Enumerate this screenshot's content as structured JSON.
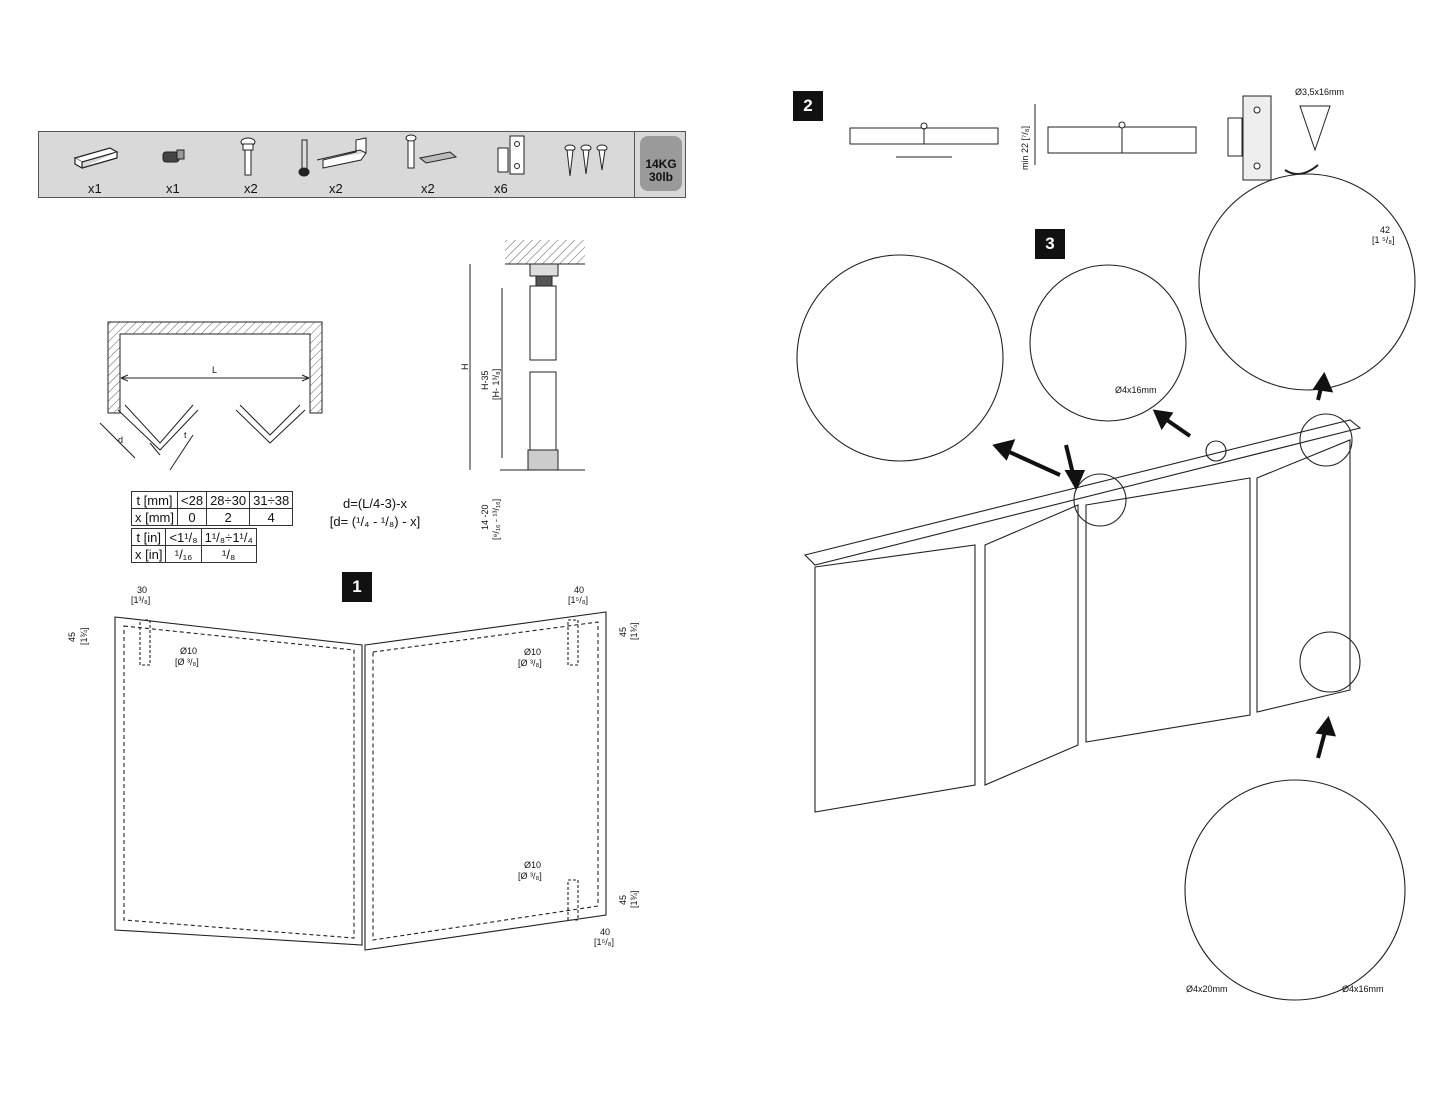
{
  "parts": [
    {
      "icon": "track-rail-icon",
      "qty": "x1"
    },
    {
      "icon": "stopper-icon",
      "qty": "x1"
    },
    {
      "icon": "pivot-bolt-icon",
      "qty": "x2"
    },
    {
      "icon": "bottom-bracket-icon",
      "qty": "x2"
    },
    {
      "icon": "roller-guide-icon",
      "qty": "x2"
    },
    {
      "icon": "hinge-icon",
      "qty": "x6"
    },
    {
      "icon": "screws-icon",
      "qty": ""
    }
  ],
  "weight": {
    "kg": "14KG",
    "lb": "30lb"
  },
  "steps": [
    "1",
    "2",
    "3"
  ],
  "diagram1": {
    "opening_label": "L",
    "d_label": "d",
    "t_label": "t",
    "height_label": "H",
    "height_dim": "H-35",
    "height_dim_in": "[H- 1³/₈]",
    "floor_gap": "14 -20",
    "floor_gap_in": "[⁹/₁₆ - ¹³/₁₆]"
  },
  "table_mm": {
    "rows": [
      [
        "t [mm]",
        "<28",
        "28÷30",
        "31÷38"
      ],
      [
        "x [mm]",
        "0",
        "2",
        "4"
      ]
    ]
  },
  "table_in": {
    "rows": [
      [
        "t [in]",
        "<1¹/₈",
        "1¹/₈÷1¹/₄"
      ],
      [
        "x [in]",
        "¹/₁₆",
        "¹/₈"
      ]
    ]
  },
  "formula": {
    "mm": "d=(L/4-3)-x",
    "in": "[d= (¹/₄ - ¹/₈) - x]"
  },
  "dims": {
    "d30": "30",
    "d30_in": "[1³/₈]",
    "d45": "45",
    "d45_in": "[1¾]",
    "d40": "40",
    "d40_in": "[1⁵/₈]",
    "bore": "Ø10",
    "bore_in": "[Ø ³/₈]"
  },
  "step2": {
    "min_label": "min 22 [⁷/₈]",
    "screw": "Ø3,5x16mm"
  },
  "step3": {
    "screw_top": "Ø4x16mm",
    "dim42": "42",
    "dim42_in": "[1 ⁵/₈]",
    "screw_bl": "Ø4x20mm",
    "screw_br": "Ø4x16mm"
  }
}
